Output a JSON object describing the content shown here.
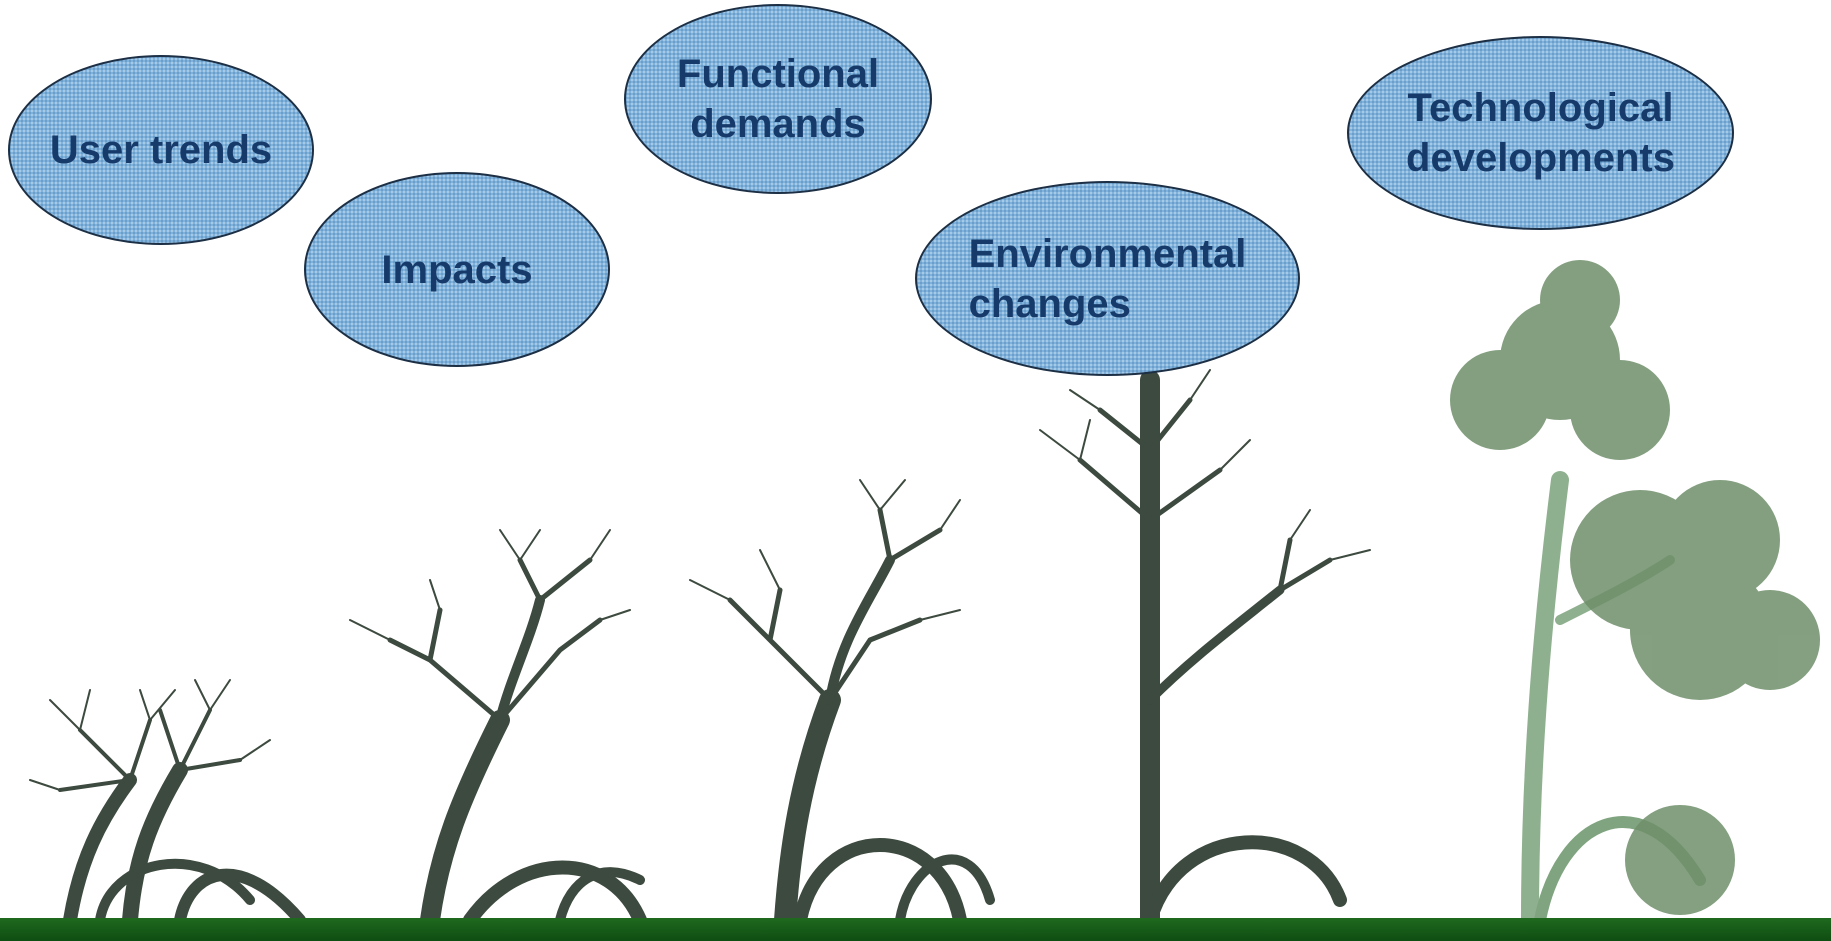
{
  "bubbles": {
    "user_trends": "User trends",
    "impacts": "Impacts",
    "functional_demands": "Functional\ndemands",
    "environmental_changes": "Environmental\nchanges",
    "technological_developments": "Technological\ndevelopments"
  },
  "colors": {
    "bubble_fill": "#7fb2dc",
    "bubble_text": "#163b6b",
    "tree_trunk": "#3d4a3f",
    "foliage": "#6f8f6a",
    "ground": "#1a5e1a"
  },
  "icons": [
    "bare-tree",
    "leafy-tree"
  ]
}
